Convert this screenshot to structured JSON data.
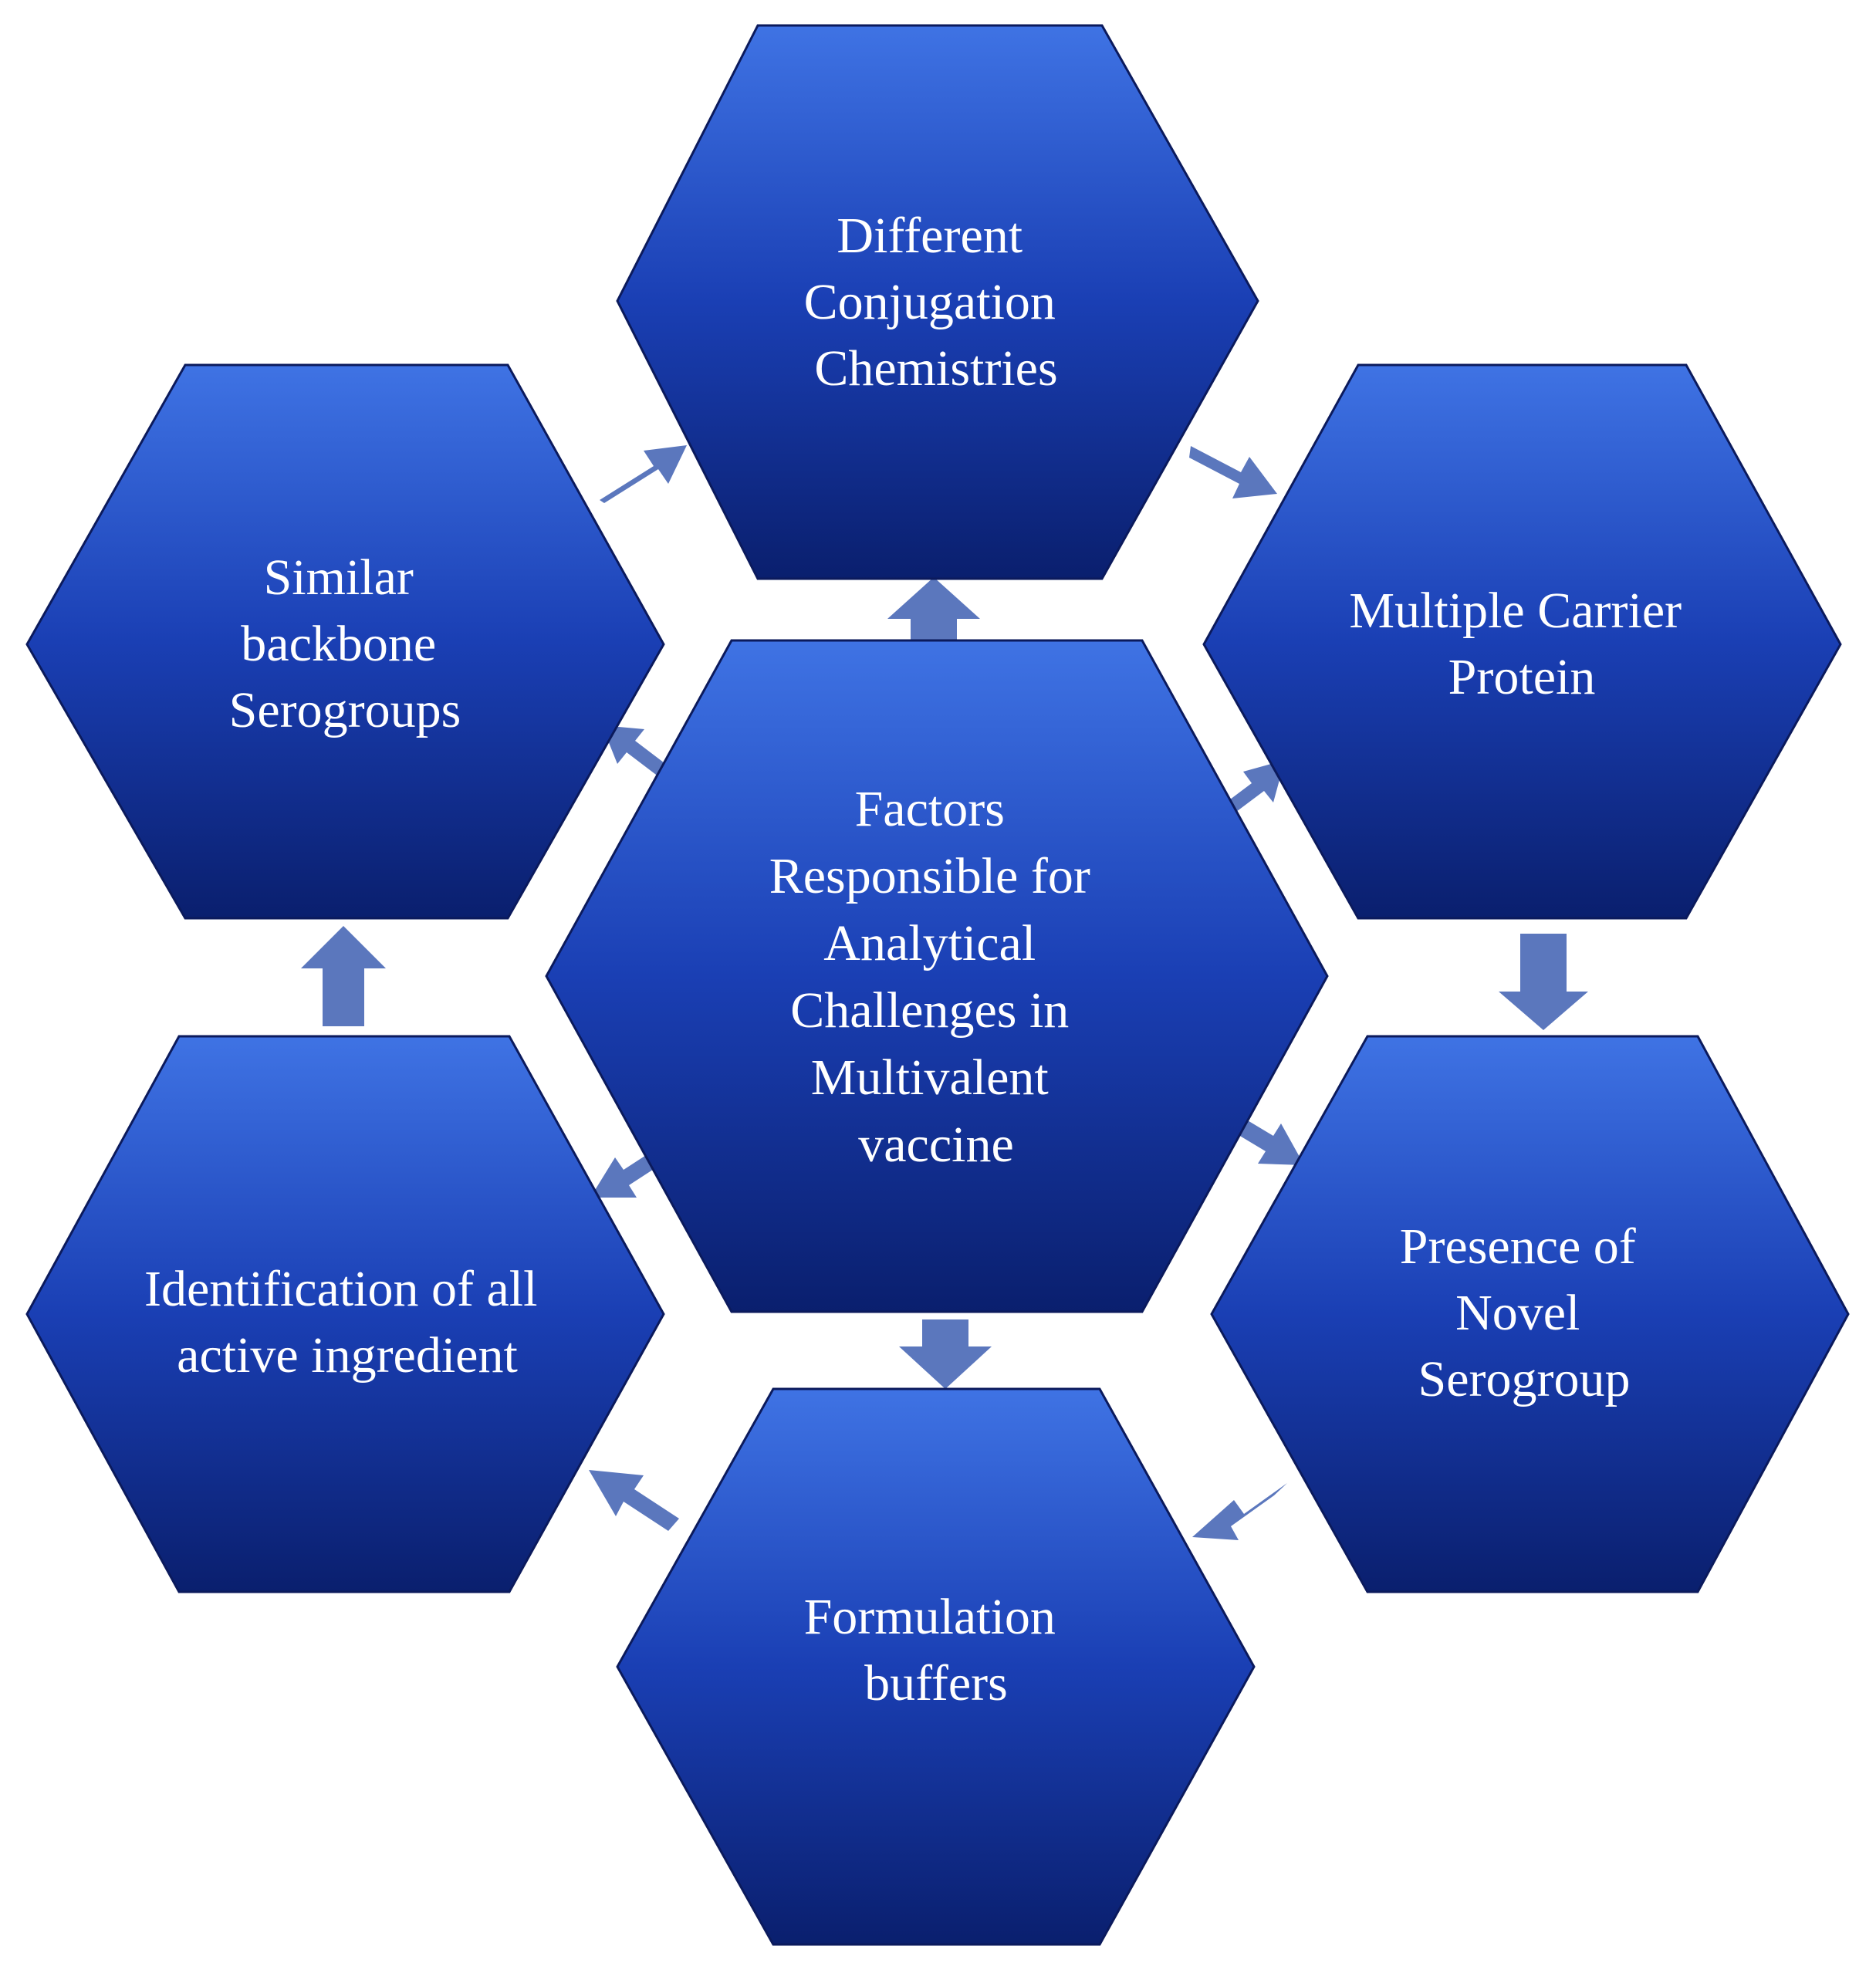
{
  "center": {
    "lines": [
      "Factors",
      "Responsible for",
      "Analytical",
      "Challenges in",
      "Multivalent",
      "vaccine"
    ]
  },
  "nodes": [
    {
      "key": "top",
      "lines": [
        "Different",
        "Conjugation",
        "Chemistries"
      ]
    },
    {
      "key": "upper-right",
      "lines": [
        "Multiple Carrier",
        "Protein"
      ]
    },
    {
      "key": "lower-right",
      "lines": [
        "Presence of",
        "Novel",
        "Serogroup"
      ]
    },
    {
      "key": "bottom",
      "lines": [
        "Formulation",
        "buffers"
      ]
    },
    {
      "key": "lower-left",
      "lines": [
        "Identification of all",
        "active ingredient"
      ]
    },
    {
      "key": "upper-left",
      "lines": [
        "Similar",
        "backbone",
        "Serogroups"
      ]
    }
  ],
  "colors": {
    "hex_top": "#3f73e4",
    "hex_mid": "#1a3fb4",
    "hex_bottom": "#0a1f6e",
    "hex_edge": "#0b1a5c",
    "arrow_fill": "#5b77bd",
    "text": "#ffffff"
  }
}
